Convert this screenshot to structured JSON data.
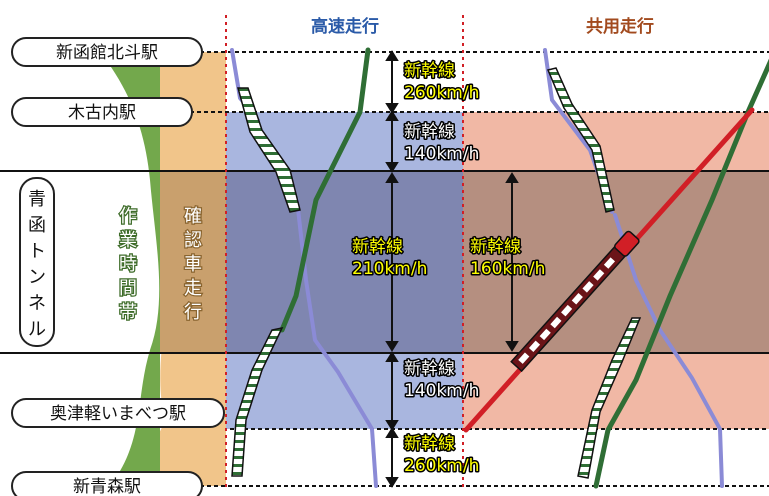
{
  "modes": {
    "high_speed": "高速走行",
    "shared": "共用走行"
  },
  "stations": {
    "shin_hakodate_hokuto": "新函館北斗駅",
    "kikonai": "木古内駅",
    "okutsugaru_imabetsu": "奥津軽いまべつ駅",
    "shin_aomori": "新青森駅"
  },
  "tunnel": {
    "name_chars": [
      "青",
      "函",
      "ト",
      "ン",
      "ネ",
      "ル"
    ],
    "work_time_chars": [
      "作",
      "業",
      "時",
      "間",
      "帯"
    ],
    "check_run_chars": [
      "確",
      "認",
      "車",
      "走",
      "行"
    ]
  },
  "speeds": {
    "top_name": "新幹線",
    "top_speed": "260km/h",
    "upper_name": "新幹線",
    "upper_speed": "140km/h",
    "tunnel_hs_name": "新幹線",
    "tunnel_hs_speed": "210km/h",
    "tunnel_shared_name": "新幹線",
    "tunnel_shared_speed": "160km/h",
    "lower_name": "新幹線",
    "lower_speed": "140km/h",
    "bottom_name": "新幹線",
    "bottom_speed": "260km/h"
  },
  "colors": {
    "high_speed_title": "#2a5aa8",
    "shared_title": "#a24a1e",
    "blue_zone": "#aab7df",
    "salmon_zone": "#f1b7a4",
    "tunnel_band": "#b89585",
    "green_band": "#73a84c",
    "tan_band": "#e2b77e",
    "shinkansen_line": "#2f6e35",
    "freight_line": "#d11f26",
    "conventional_line": "#8e8ed6"
  }
}
